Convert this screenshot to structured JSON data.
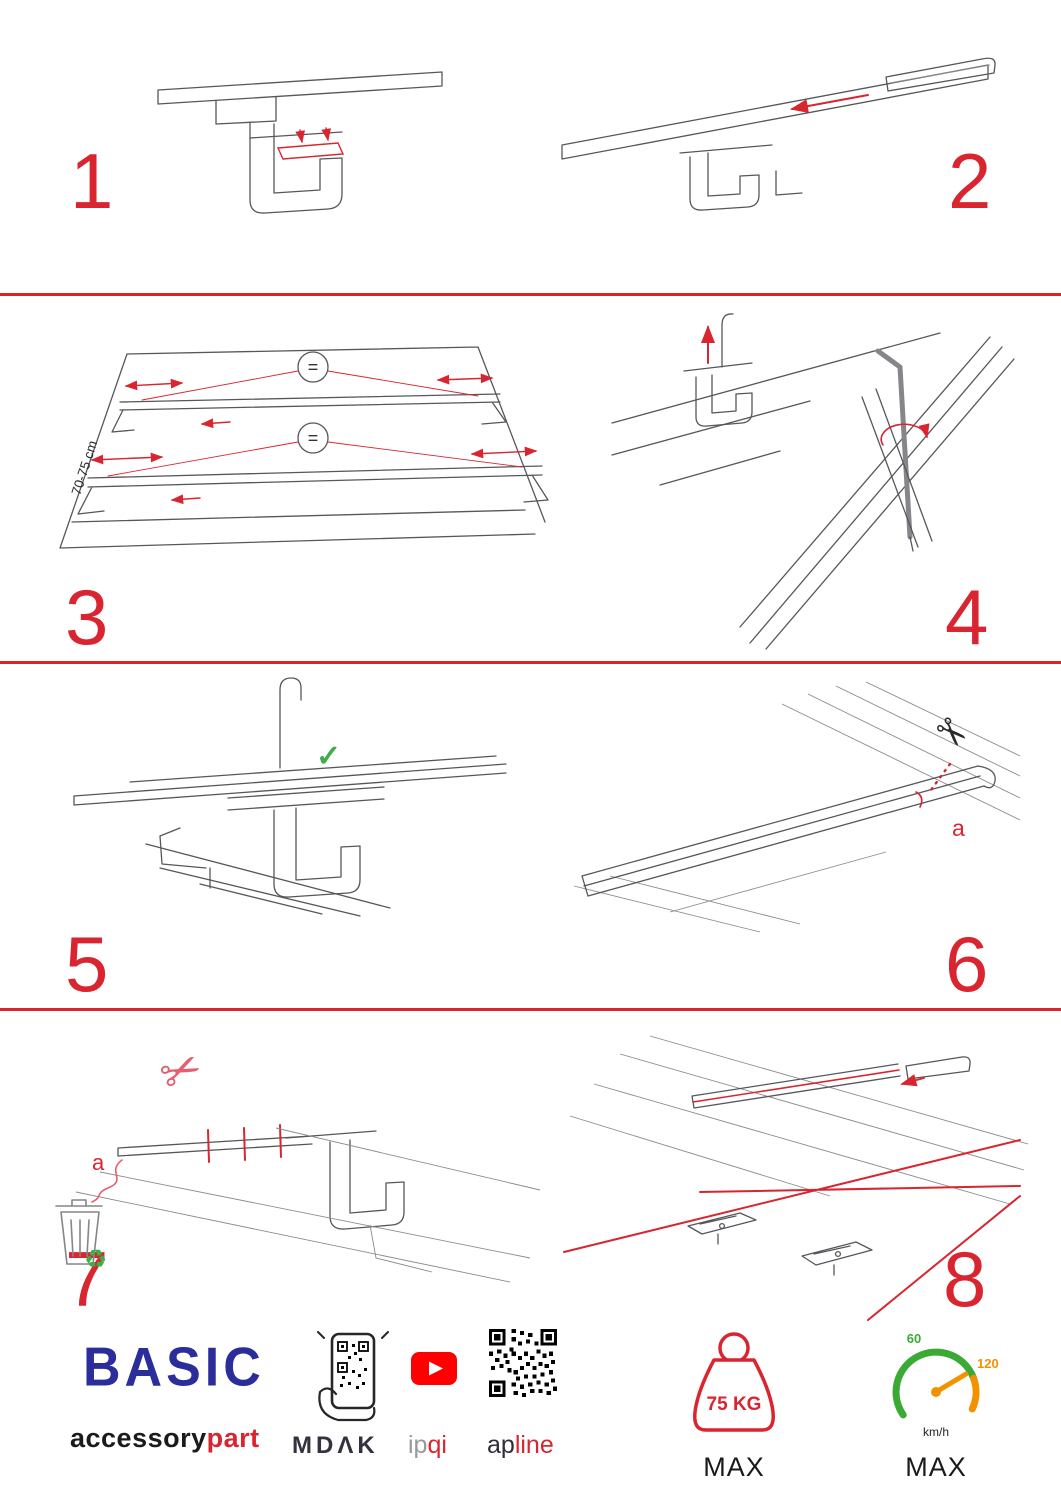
{
  "colors": {
    "accent_red": "#d9252f",
    "brand_blue": "#2b2d9b",
    "check_green": "#3fae49",
    "speed_green": "#3aaa35",
    "speed_orange": "#f39200",
    "youtube_red": "#ff0000"
  },
  "steps": [
    {
      "number": "1"
    },
    {
      "number": "2"
    },
    {
      "number": "3"
    },
    {
      "number": "4"
    },
    {
      "number": "5"
    },
    {
      "number": "6"
    },
    {
      "number": "7"
    },
    {
      "number": "8"
    }
  ],
  "annotations": {
    "equals_top": "=",
    "equals_bottom": "=",
    "measurement": "70-75 cm",
    "cut_label_step6": "a",
    "cut_label_step7": "a"
  },
  "icons": {
    "scissors": "✂",
    "recycle": "♻",
    "check": "✓"
  },
  "footer": {
    "brand_title": "BASIC",
    "brand_sub_black": "accessory",
    "brand_sub_red": "part",
    "logo_mdak": "MDΛK",
    "logo_ipqi_gray": "ip",
    "logo_ipqi_red": "qi",
    "logo_apline_black": "ap",
    "logo_apline_red": "line",
    "weight_value": "75 KG",
    "weight_max": "MAX",
    "speed_tick_low": "60",
    "speed_tick_high": "120",
    "speed_unit": "km/h",
    "speed_max": "MAX"
  }
}
